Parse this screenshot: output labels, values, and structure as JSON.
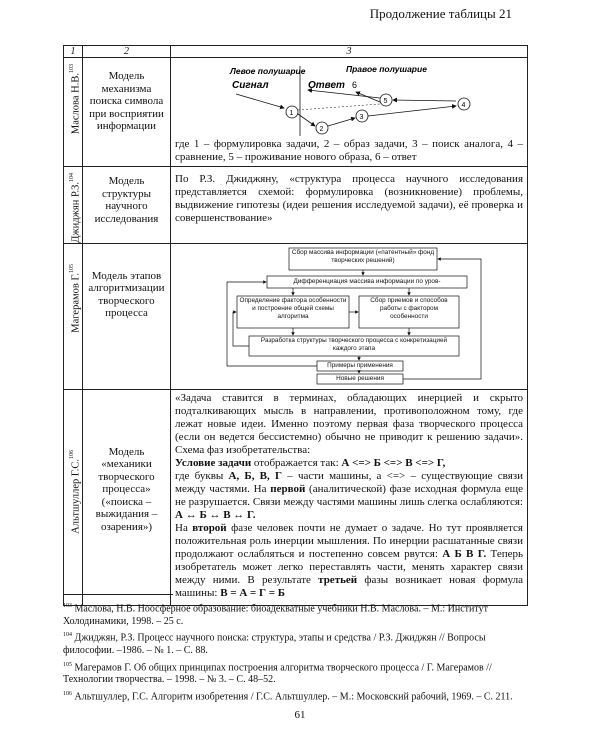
{
  "continuation": "Продолжение таблицы 21",
  "header": [
    "1",
    "2",
    "3"
  ],
  "rows": [
    {
      "author": "Маслова Н.В.",
      "author_note": "103",
      "model": "Модель механизма поиска символа при восприятии информации",
      "diagram": {
        "left_label": "Левое полушарие",
        "right_label": "Правое полушарие",
        "signal": "Сигнал",
        "answer": "Ответ",
        "n6": "6",
        "nodes": [
          "1",
          "2",
          "3",
          "4",
          "5"
        ]
      },
      "text": "где 1 – формулировка задачи, 2 – образ задачи, 3 – поиск аналога, 4 – сравнение, 5 – проживание нового образа, 6 – ответ"
    },
    {
      "author": "Джиджян Р.З.",
      "author_note": "104",
      "model": "Модель структуры научного исследования",
      "text": "По Р.З. Джиджяну, «структура процесса научного исследования представляется схемой: формулировка (возникновение) проблемы, выдвижение гипотезы (идеи решения исследуемой задачи), её проверка и совершенствование»"
    },
    {
      "author": "Магерамов Г.",
      "author_note": "105",
      "model": "Модель этапов алгоритмизации творческого процесса",
      "flow": {
        "box1": "Сбор массива информации («патентный» фонд творческих решений)",
        "box2": "Дифференциация массива информации по уров-",
        "box3": "Определение фактора особенности и построение общей схемы алгоритма",
        "box4": "Сбор приемов и способов работы с фактором особенности",
        "box5": "Разработка структуры творческого процесса с конкретизацией каждого этапа",
        "box6": "Примеры применения",
        "box7": "Новые решения"
      }
    },
    {
      "author": "Альтшуллер Г.С.",
      "author_note": "106",
      "model": "Модель «механики творческого процесса» («поиска – выжидания – озарения»)",
      "p1": "«Задача ставится в терминах, обладающих инерцией и скрыто подталкивающих мысль в направлении, противоположном тому, где лежат новые идеи. Именно поэтому первая фаза творческого процесса (если он ведется бессистемно) обычно не приводит к решению задачи». Схема фаз изобретательства:",
      "p2_bold": "Условие задачи",
      "p2_rest": " отображается так: ",
      "formula1": "А <=> Б <=> В <=> Г,",
      "p3_a": "где буквы ",
      "p3_letters": "А, Б, В, Г",
      "p3_b": " – части машины, а <=> – существующие связи между частями. На ",
      "p3_first": "первой",
      "p3_c": " (аналитической) фазе исходная формула еще не разрушается. Связи между частями машины лишь слегка ослабляются: ",
      "formula2": "А ↔ Б ↔ В ↔ Г.",
      "p4_a": "На ",
      "p4_second": "второй",
      "p4_b": " фазе человек почти не думает о задаче. Но тут проявляется положительная роль инерции мышления. По инерции расшатанные связи продолжают ослабляться и постепенно совсем рвутся: ",
      "formula3": "А Б В Г.",
      "p4_c": " Теперь изобретатель может легко переставлять части, менять характер связи между ними. В результате ",
      "p4_third": "третьей",
      "p4_d": " фазы возникает новая формула машины: ",
      "formula4": "В = А = Г = Б"
    }
  ],
  "footnotes": [
    {
      "num": "103",
      "text": "Маслова, Н.В. Ноосферное образование: биоадекватные учебники Н.В. Маслова. – М.: Институт Холодинамики, 1998. – 25 с."
    },
    {
      "num": "104",
      "text": "Джиджян, Р.З. Процесс научного поиска: структура, этапы и средства / Р.З. Джиджян // Вопросы философии. –1986. – № 1. – С. 88."
    },
    {
      "num": "105",
      "text": "Магерамов Г. Об общих принципах построения алгоритма творческого процесса / Г. Магерамов // Технологии творчества. – 1998. – № 3. – С. 48–52."
    },
    {
      "num": "106",
      "text": "Альтшуллер, Г.С. Алгоритм изобретения / Г.С. Альтшуллер. – М.: Московский рабочий, 1969. – С. 211."
    }
  ],
  "page_number": "61"
}
